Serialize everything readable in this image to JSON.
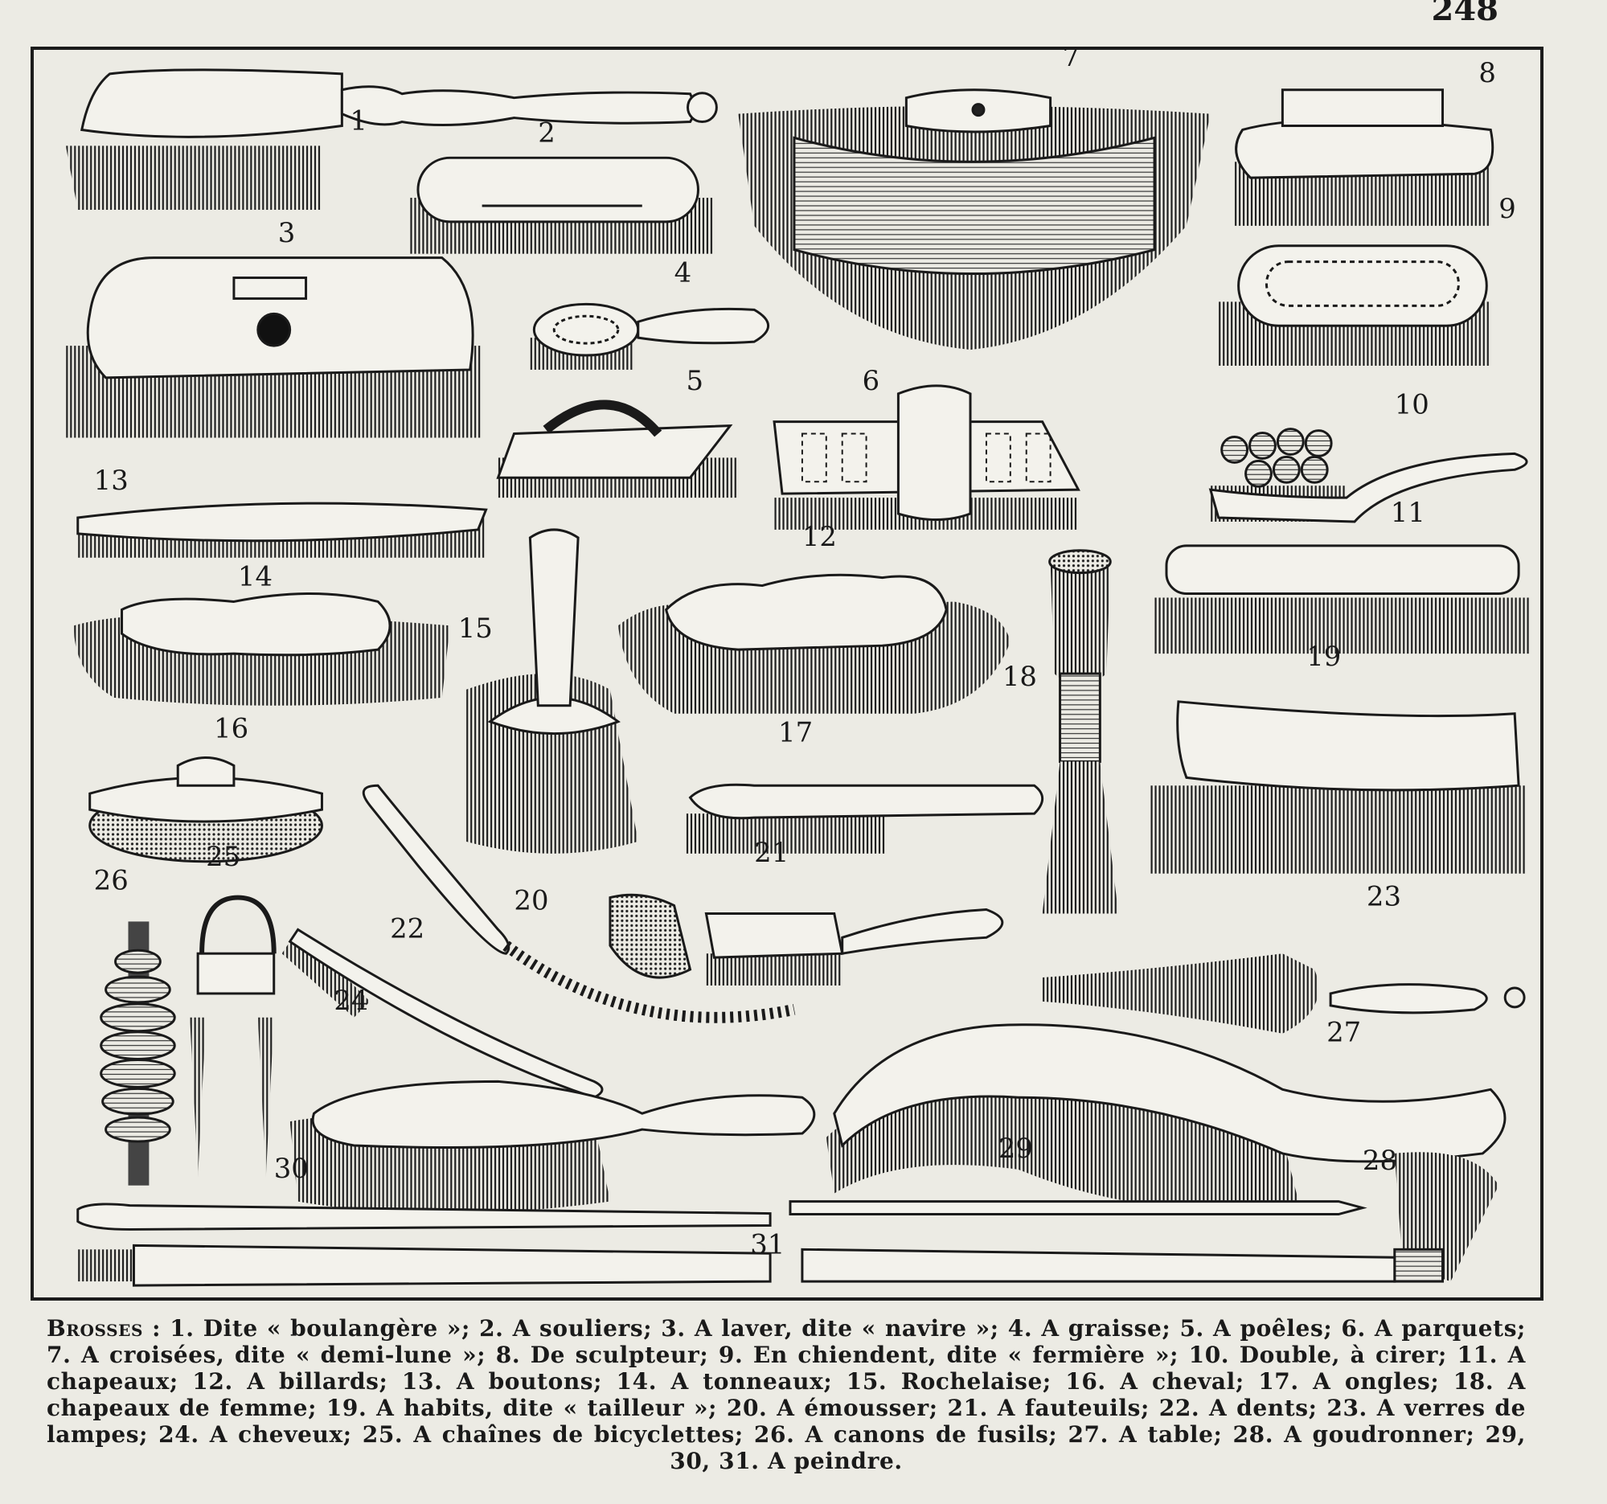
{
  "page": {
    "number": "248"
  },
  "plate": {
    "figures": [
      {
        "id": "1"
      },
      {
        "id": "2"
      },
      {
        "id": "3"
      },
      {
        "id": "4"
      },
      {
        "id": "5"
      },
      {
        "id": "6"
      },
      {
        "id": "7"
      },
      {
        "id": "8"
      },
      {
        "id": "9"
      },
      {
        "id": "10"
      },
      {
        "id": "11"
      },
      {
        "id": "12"
      },
      {
        "id": "13"
      },
      {
        "id": "14"
      },
      {
        "id": "15"
      },
      {
        "id": "16"
      },
      {
        "id": "17"
      },
      {
        "id": "18"
      },
      {
        "id": "19"
      },
      {
        "id": "20"
      },
      {
        "id": "21"
      },
      {
        "id": "22"
      },
      {
        "id": "23"
      },
      {
        "id": "24"
      },
      {
        "id": "25"
      },
      {
        "id": "26"
      },
      {
        "id": "27"
      },
      {
        "id": "28"
      },
      {
        "id": "29"
      },
      {
        "id": "30"
      },
      {
        "id": "31"
      }
    ]
  },
  "caption": {
    "lead": "Brosses",
    "text": " : 1. Dite « boulangère »; 2. A souliers; 3. A laver, dite « navire »; 4. A graisse; 5. A poêles; 6. A parquets; 7. A croisées, dite « demi-lune »; 8. De sculpteur; 9. En chiendent, dite « fermière »; 10. Double, à cirer; 11. A chapeaux; 12. A billards; 13. A boutons; 14. A tonneaux; 15. Rochelaise; 16. A cheval; 17. A ongles; 18. A chapeaux de femme; 19. A habits, dite « tailleur »; 20. A émousser; 21. A fauteuils; 22. A dents; 23. A verres de lampes; 24. A cheveux; 25. A chaînes de bicyclettes; 26. A canons de fusils; 27. A table; 28. A goudronner; 29, 30, 31. A peindre."
  }
}
